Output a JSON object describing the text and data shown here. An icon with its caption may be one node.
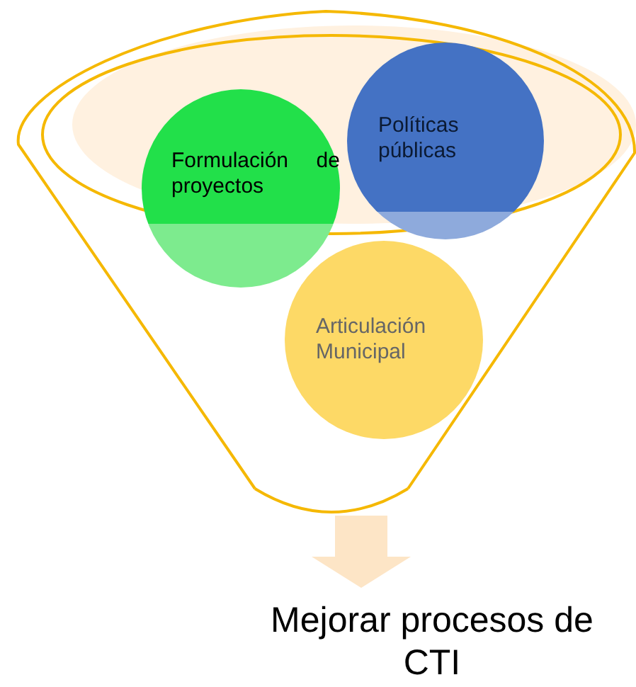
{
  "diagram": {
    "nodes": [
      {
        "text": [],
        "shape": "funnel"
      },
      {
        "text": [
          "Formulación de proyectos"
        ],
        "in": 0
      },
      {
        "text": [
          "Políticas públicas"
        ],
        "in": 0
      },
      {
        "text": [
          "Articulación Municipal"
        ],
        "in": 0
      },
      {
        "text": [
          "Mejorar procesos de CTI"
        ]
      }
    ],
    "edges": [
      {
        "from": 0,
        "to": 4,
        "arrow": "to"
      }
    ]
  }
}
